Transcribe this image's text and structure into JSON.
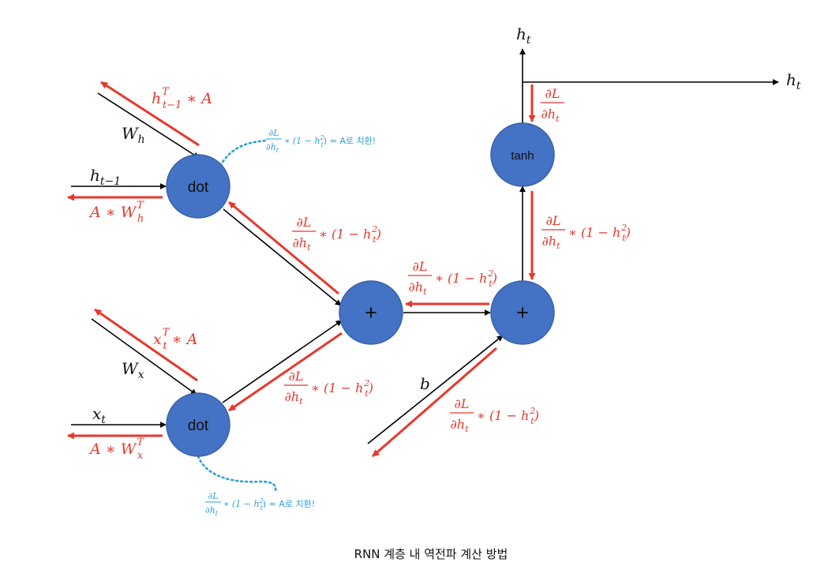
{
  "caption": "RNN 계층 내 역전파 계산 방법",
  "colors": {
    "node_fill": "#4472c4",
    "node_stroke": "#3a62a8",
    "forward": "#000000",
    "backward": "#e8382c",
    "note": "#2e9fd8"
  },
  "nodes": {
    "dot_h": "dot",
    "dot_x": "dot",
    "plus_1": "+",
    "plus_2": "+",
    "tanh": "tanh"
  },
  "labels": {
    "w_h": {
      "base": "W",
      "sub": "h"
    },
    "h_prev": {
      "base": "h",
      "sub": "t−1"
    },
    "w_x": {
      "base": "W",
      "sub": "x"
    },
    "x_t": {
      "base": "x",
      "sub": "t"
    },
    "b": "b",
    "h_t_top": {
      "base": "h",
      "sub": "t"
    },
    "h_t_right": {
      "base": "h",
      "sub": "t"
    }
  },
  "gradients": {
    "grad_wh": {
      "base": "h",
      "sup": "T",
      "sub": "t−1",
      "rest": " ∗ A"
    },
    "grad_hprev": {
      "pre": "A ∗ W",
      "sup": "T",
      "sub": "h"
    },
    "grad_wx": {
      "base": "x",
      "sup": "T",
      "sub": "t",
      "rest": " ∗ A"
    },
    "grad_xt": {
      "pre": "A ∗ W",
      "sup": "T",
      "sub": "x"
    },
    "frac_num": "∂L",
    "frac_den": "∂h",
    "frac_den_sub": "t",
    "factor": "∗ (1 − h",
    "factor_sup": "2",
    "factor_sub": "t",
    "factor_close": ")"
  },
  "notes": {
    "frac_num": "∂L",
    "frac_den": "∂h",
    "frac_den_sub": "t",
    "factor": "∗ (1 − h",
    "factor_sup": "2",
    "factor_sub": "t",
    "tail": ") = A로 치환!"
  }
}
